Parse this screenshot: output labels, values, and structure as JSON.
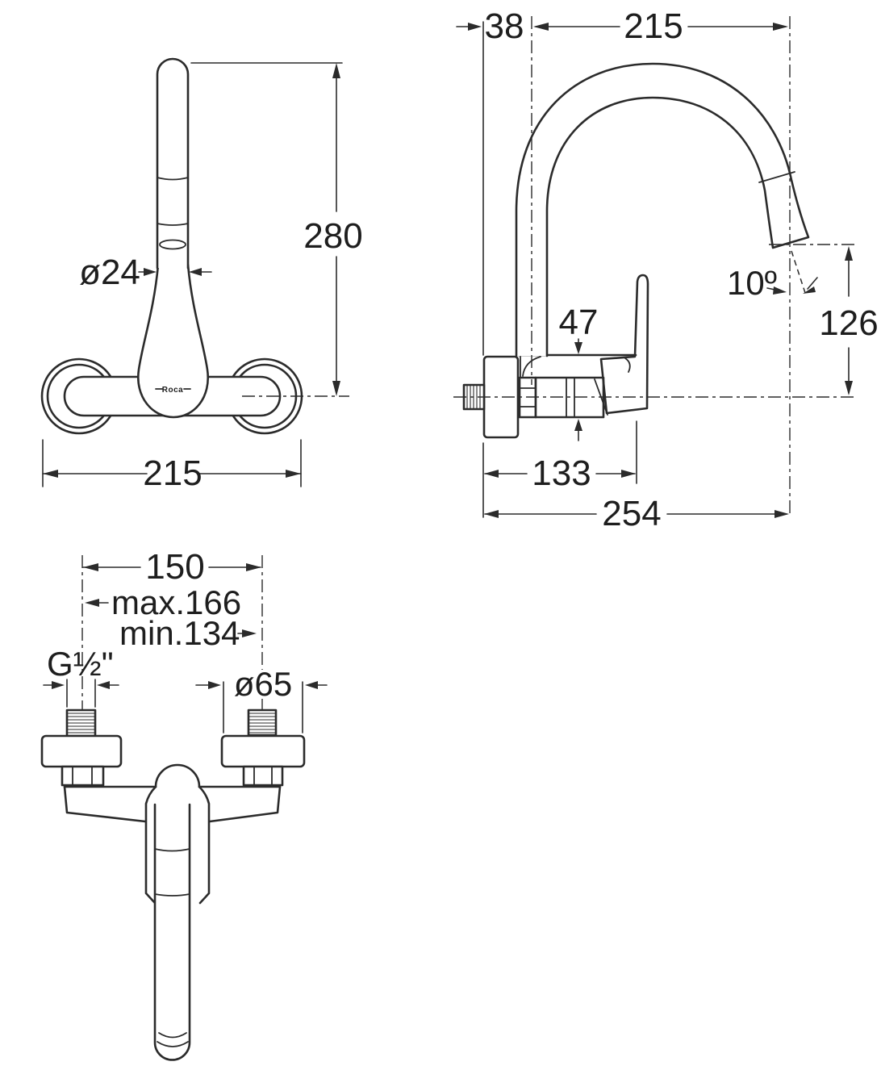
{
  "drawing": {
    "ink_color": "#2b2b2b",
    "background_color": "#ffffff",
    "brand_label": "Roca",
    "front_view": {
      "dim_height": "280",
      "dim_spout_diameter": "ø24",
      "dim_mount_width": "215"
    },
    "side_view": {
      "dim_wall_offset": "38",
      "dim_reach": "215",
      "dim_body_height": "47",
      "dim_outlet_angle": "10º",
      "dim_outlet_drop": "126",
      "dim_body_depth": "133",
      "dim_total_depth": "254"
    },
    "bottom_view": {
      "dim_hole_spacing": "150",
      "dim_spacing_max": "max.166",
      "dim_spacing_min": "min.134",
      "dim_thread_size": "G½\"",
      "dim_escutcheon_diameter": "ø65"
    }
  }
}
